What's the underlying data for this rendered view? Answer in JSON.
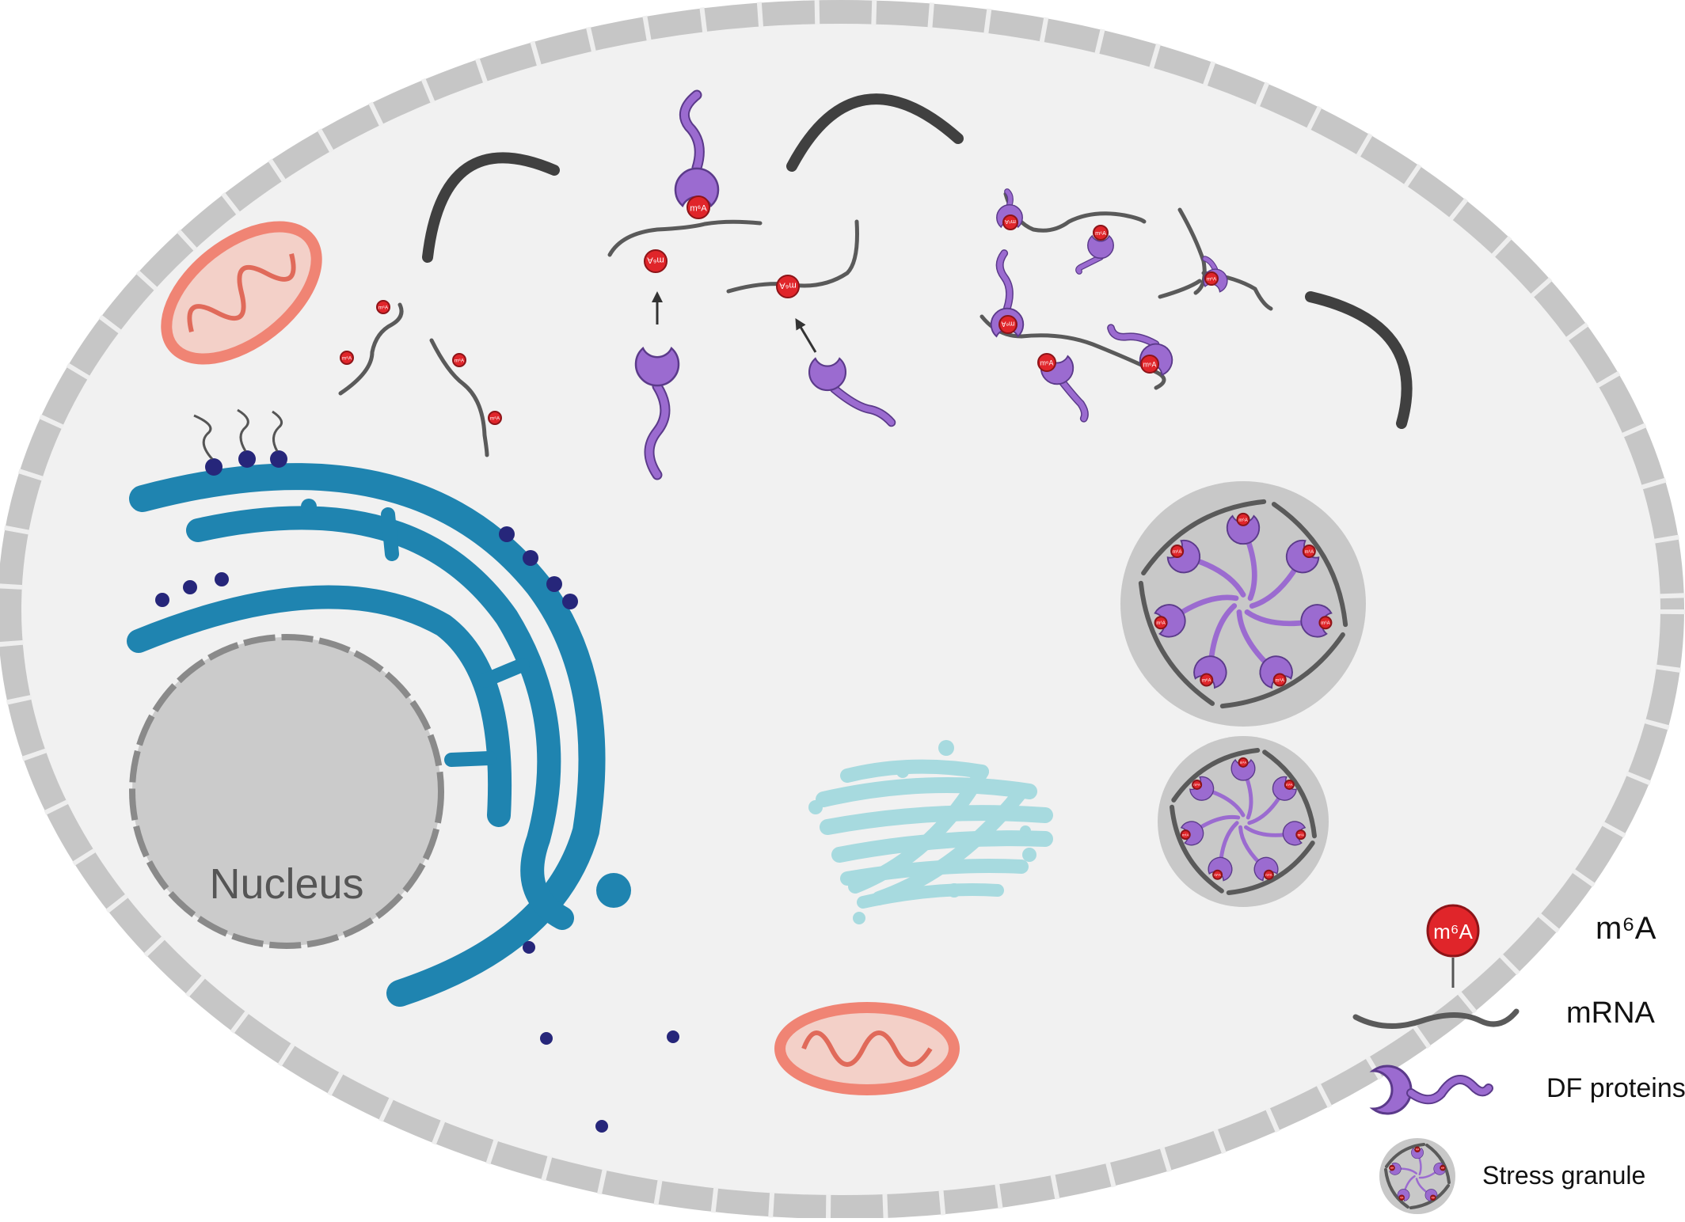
{
  "diagram": {
    "nucleus_label": "Nucleus",
    "m6a_tag_text": "m⁶A",
    "legend": {
      "m6a": {
        "label": "m⁶A",
        "badge": "m⁶A"
      },
      "mrna": {
        "label": "mRNA"
      },
      "df_proteins": {
        "label": "DF proteins"
      },
      "stress_granule": {
        "label": "Stress granule"
      }
    }
  },
  "colors": {
    "cell_membrane": "#c4c4c4",
    "cytoplasm": "#f2f2f2",
    "m6a_red": "#e0252a",
    "mrna_gray": "#5a5a5a",
    "df_purple": "#9b6bd0",
    "er_blue": "#1f84b0",
    "ribosome_navy": "#26267a",
    "mito_outer": "#f08474",
    "golgi_teal": "#a7dadf",
    "nucleus_gray": "#cbcbcb",
    "granule_gray": "#c9c9c9",
    "arrow_dark": "#404040"
  }
}
